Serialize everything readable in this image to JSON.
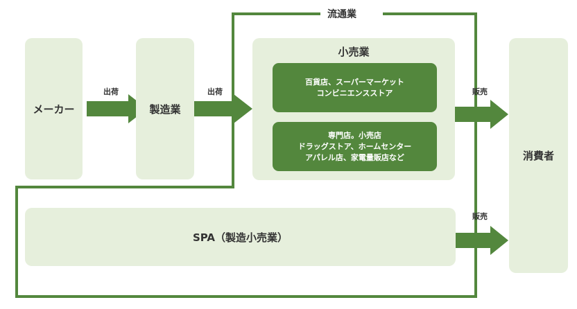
{
  "diagram": {
    "maker": "メーカー",
    "manufacturer": "製造業",
    "distribution": "流通業",
    "retail": {
      "title": "小売業",
      "store_type_1": [
        "百貨店、スーパーマーケット",
        "コンビニエンスストア"
      ],
      "store_type_2": [
        "専門店。小売店",
        "ドラッグストア、ホームセンター",
        "アパレル店、家電量販店など"
      ]
    },
    "consumer": "消費者",
    "spa": "SPA（製造小売業）",
    "arrow_labels": {
      "ship_1": "出荷",
      "ship_2": "出荷",
      "sell_1": "販売",
      "sell_2": "販売"
    },
    "colors": {
      "light_box": "#e6efdc",
      "dark_box": "#53873d",
      "arrow": "#53873d",
      "border_line": "#53873d"
    }
  }
}
